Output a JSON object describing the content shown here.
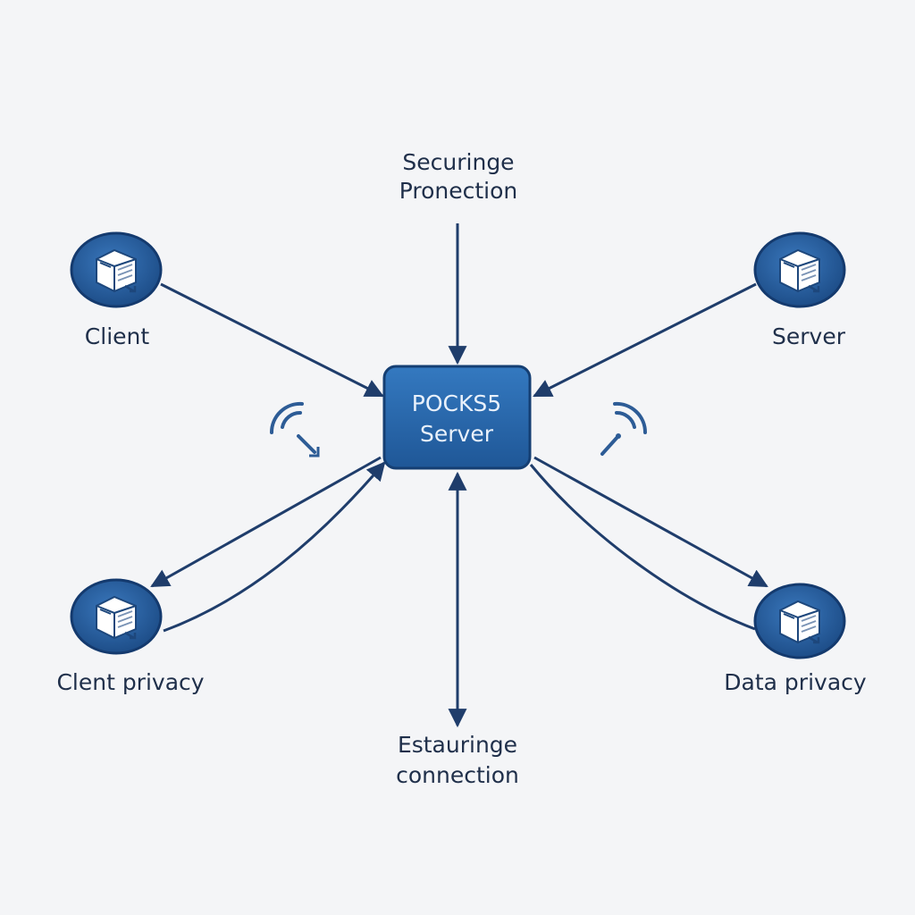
{
  "diagram": {
    "hub": {
      "line1": "POCKS5",
      "line2": "Server"
    },
    "top_label": {
      "line1": "Securinge",
      "line2": "Pronection"
    },
    "bottom_label": {
      "line1": "Estauringe",
      "line2": "connection"
    },
    "nodes": {
      "client": "Client",
      "server": "Server",
      "client_privacy": "Clent  privacy",
      "data_privacy": "Data  privacy"
    },
    "colors": {
      "hub_fill": "#2a68ac",
      "hub_stroke": "#153f73",
      "node_fill": "#2a5f9e",
      "edge": "#1f3d6b",
      "text": "#1f2f4a"
    },
    "icons": {
      "node": "server-box-icon",
      "signal": "wireless-signal-icon"
    }
  }
}
